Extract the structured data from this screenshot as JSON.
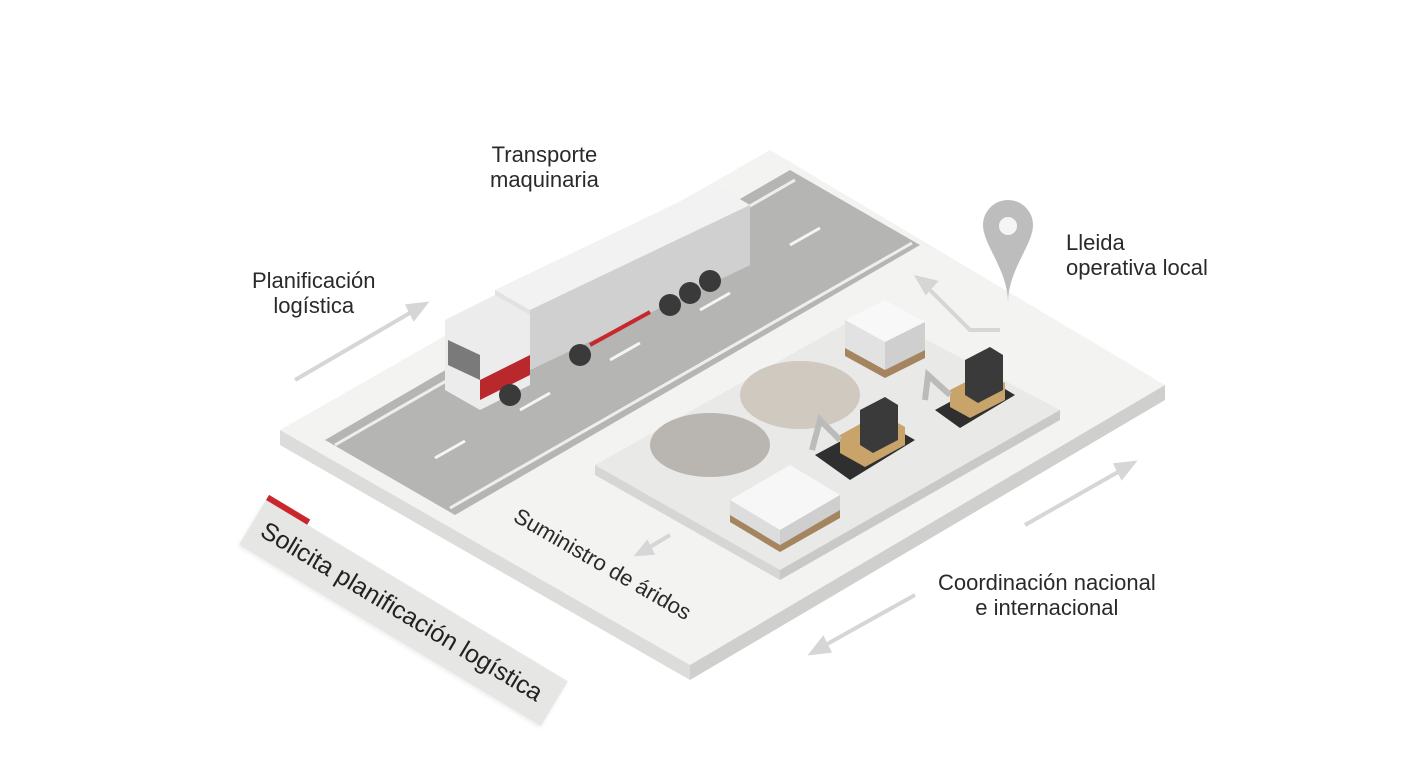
{
  "labels": {
    "transport": [
      "Transporte",
      "maquinaria"
    ],
    "planning": [
      "Planificación",
      "logística"
    ],
    "location": [
      "Lleida",
      "operativa local"
    ],
    "supply": "Suministro de áridos",
    "coordination": [
      "Coordinación nacional",
      "e internacional"
    ]
  },
  "cta": {
    "label": "Solicita planificación logística"
  },
  "colors": {
    "accent": "#c8282d",
    "machine": "#c9a46a",
    "road": "#a9a9a9",
    "platform": "#f1f1f0"
  }
}
